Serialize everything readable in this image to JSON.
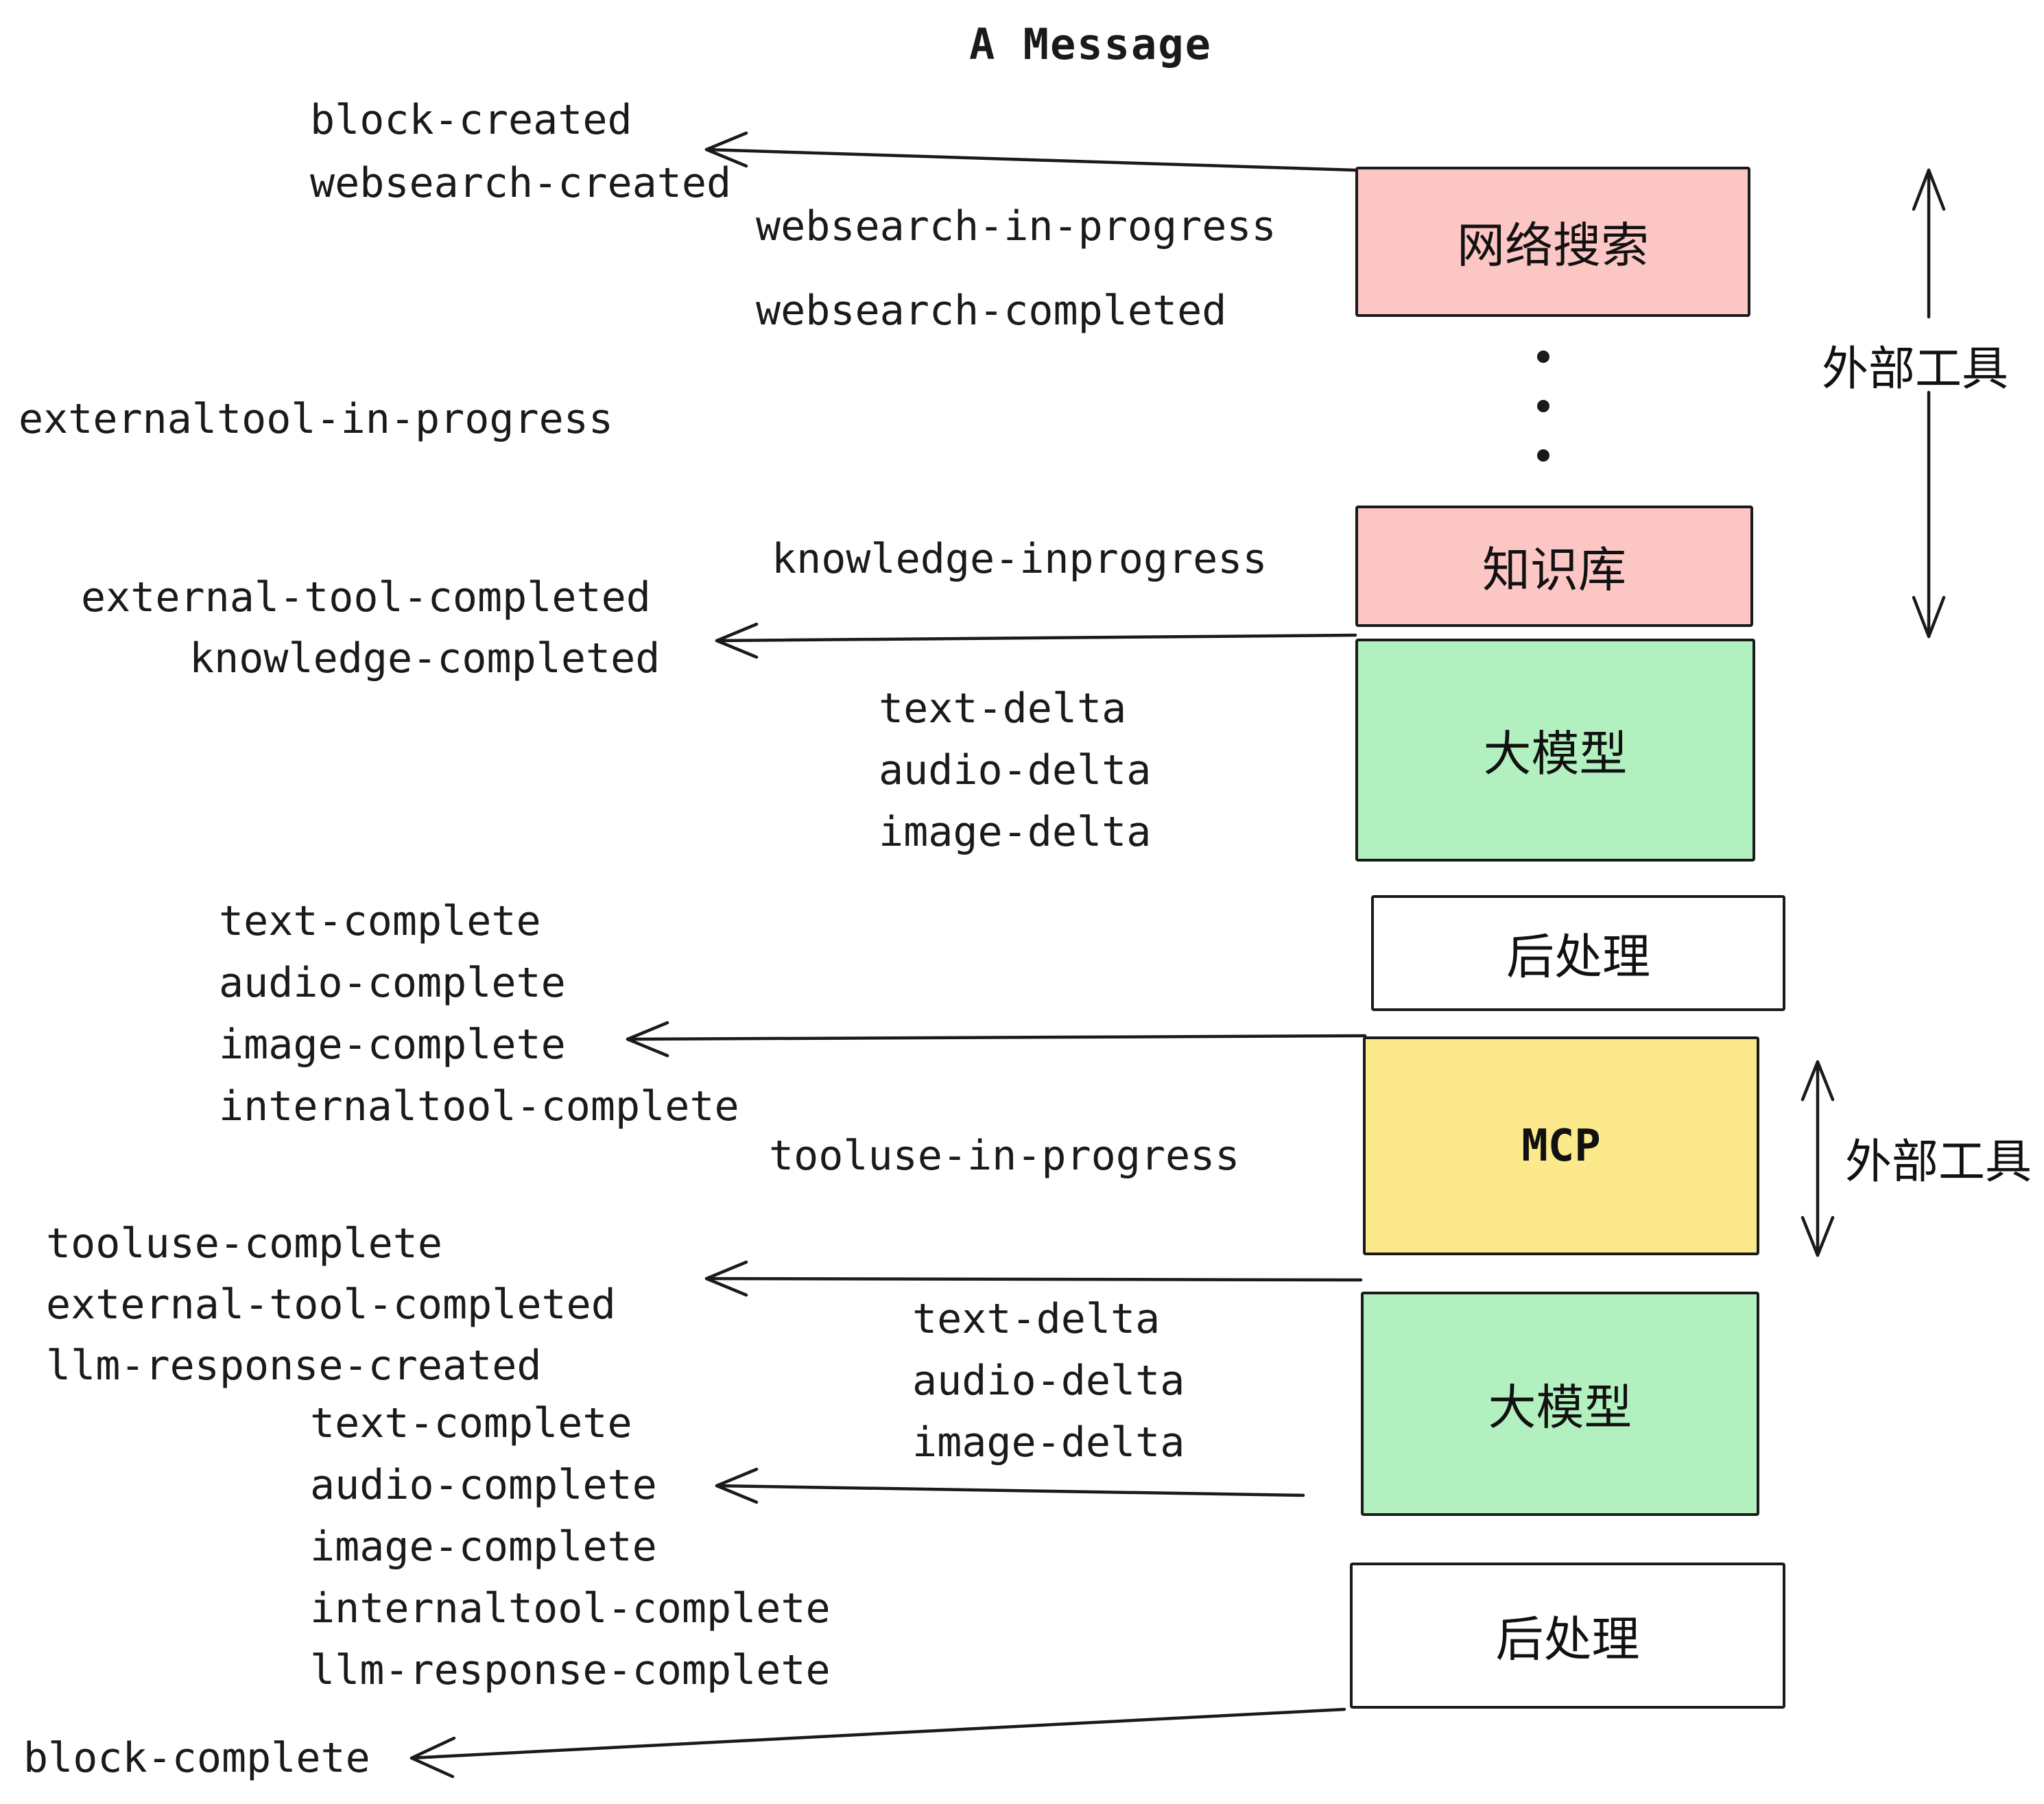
{
  "title": "A Message",
  "colors": {
    "pink": "#fcc6c5",
    "green": "#b2f0c0",
    "yellow": "#fce98c",
    "white": "#ffffff",
    "ink": "#1a1a1a"
  },
  "boxes": [
    {
      "label": "网络搜索",
      "color": "#fcc6c5"
    },
    {
      "label": "知识库",
      "color": "#fcc6c5"
    },
    {
      "label": "大模型",
      "color": "#b2f0c0"
    },
    {
      "label": "后处理",
      "color": "#ffffff"
    },
    {
      "label": "MCP",
      "color": "#fce98c"
    },
    {
      "label": "大模型",
      "color": "#b2f0c0"
    },
    {
      "label": "后处理",
      "color": "#ffffff"
    }
  ],
  "side_labels": {
    "external_tools_top": "外部工具",
    "external_tools_mid": "外部工具"
  },
  "events": {
    "block_created": "block-created",
    "websearch_created": "websearch-created",
    "websearch_in_progress": "websearch-in-progress",
    "websearch_completed": "websearch-completed",
    "externaltool_in_progress": "externaltool-in-progress",
    "knowledge_inprogress": "knowledge-inprogress",
    "external_tool_completed_1": "external-tool-completed",
    "knowledge_completed": "knowledge-completed",
    "deltas_1": [
      "text-delta",
      "audio-delta",
      "image-delta"
    ],
    "completes_1": [
      "text-complete",
      "audio-complete",
      "image-complete",
      "internaltool-complete"
    ],
    "tooluse_in_progress": "tooluse-in-progress",
    "tooluse_complete": "tooluse-complete",
    "external_tool_completed_2": "external-tool-completed",
    "llm_response_created": "llm-response-created",
    "deltas_2": [
      "text-delta",
      "audio-delta",
      "image-delta"
    ],
    "completes_2": [
      "text-complete",
      "audio-complete",
      "image-complete",
      "internaltool-complete",
      "llm-response-complete"
    ],
    "block_complete": "block-complete"
  }
}
